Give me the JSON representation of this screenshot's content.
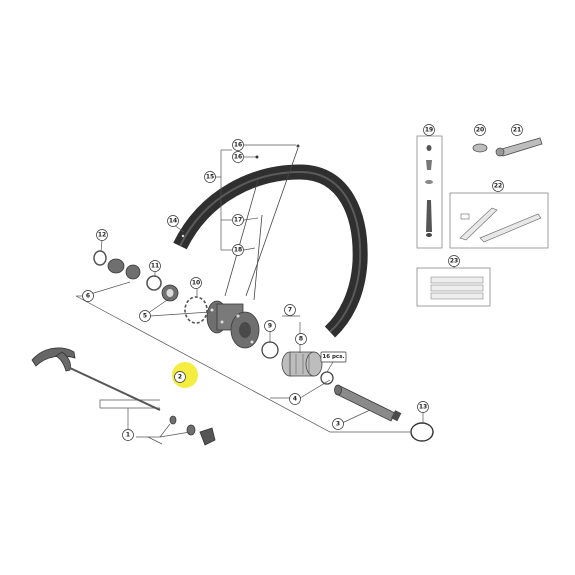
{
  "diagram": {
    "callouts": [
      {
        "id": "c1",
        "label": "1"
      },
      {
        "id": "c2",
        "label": "2",
        "highlight": true
      },
      {
        "id": "c3",
        "label": "3"
      },
      {
        "id": "c4",
        "label": "4"
      },
      {
        "id": "c5",
        "label": "5"
      },
      {
        "id": "c6",
        "label": "6"
      },
      {
        "id": "c7",
        "label": "7"
      },
      {
        "id": "c8",
        "label": "8"
      },
      {
        "id": "c9",
        "label": "9"
      },
      {
        "id": "c10",
        "label": "10"
      },
      {
        "id": "c11",
        "label": "11"
      },
      {
        "id": "c12",
        "label": "12"
      },
      {
        "id": "c13",
        "label": "13"
      },
      {
        "id": "c14",
        "label": "14"
      },
      {
        "id": "c15",
        "label": "15"
      },
      {
        "id": "c16a",
        "label": "16"
      },
      {
        "id": "c16b",
        "label": "16"
      },
      {
        "id": "c17",
        "label": "17"
      },
      {
        "id": "c18",
        "label": "18"
      },
      {
        "id": "c19",
        "label": "19"
      },
      {
        "id": "c20",
        "label": "20"
      },
      {
        "id": "c21",
        "label": "21"
      },
      {
        "id": "c22",
        "label": "22"
      },
      {
        "id": "c23",
        "label": "23"
      }
    ],
    "quantity_note": "16 pcs.",
    "highlight_color": "#f2e600"
  }
}
